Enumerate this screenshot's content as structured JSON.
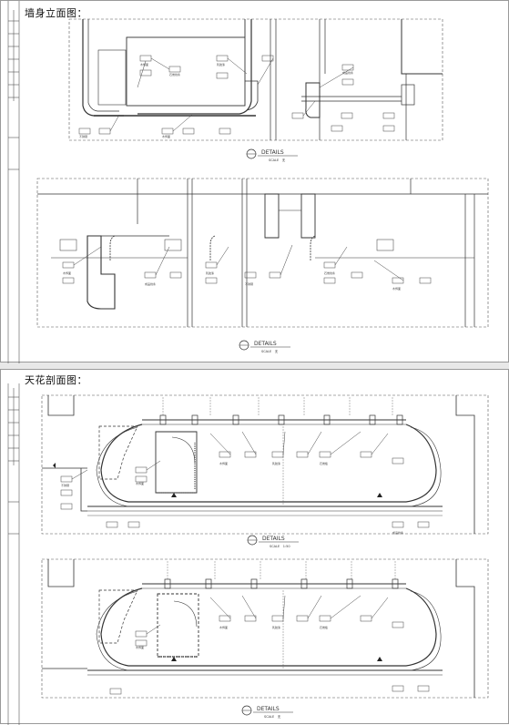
{
  "sheets": {
    "wall_elevation": {
      "title": "墙身立面图：",
      "details": [
        {
          "label": "DETAILS",
          "scale": "SCALE　无"
        },
        {
          "label": "DETAILS",
          "scale": "SCALE　无"
        }
      ]
    },
    "ceiling_section": {
      "title": "天花剖面图：",
      "details": [
        {
          "label": "DETAILS",
          "scale": "SCALE　1:50"
        },
        {
          "label": "DETAILS",
          "scale": "SCALE　无"
        }
      ]
    }
  },
  "colors": {
    "line": "#333333",
    "dash": "#555555",
    "sheet_bg": "#ffffff",
    "gap": "#e8e8e8"
  }
}
